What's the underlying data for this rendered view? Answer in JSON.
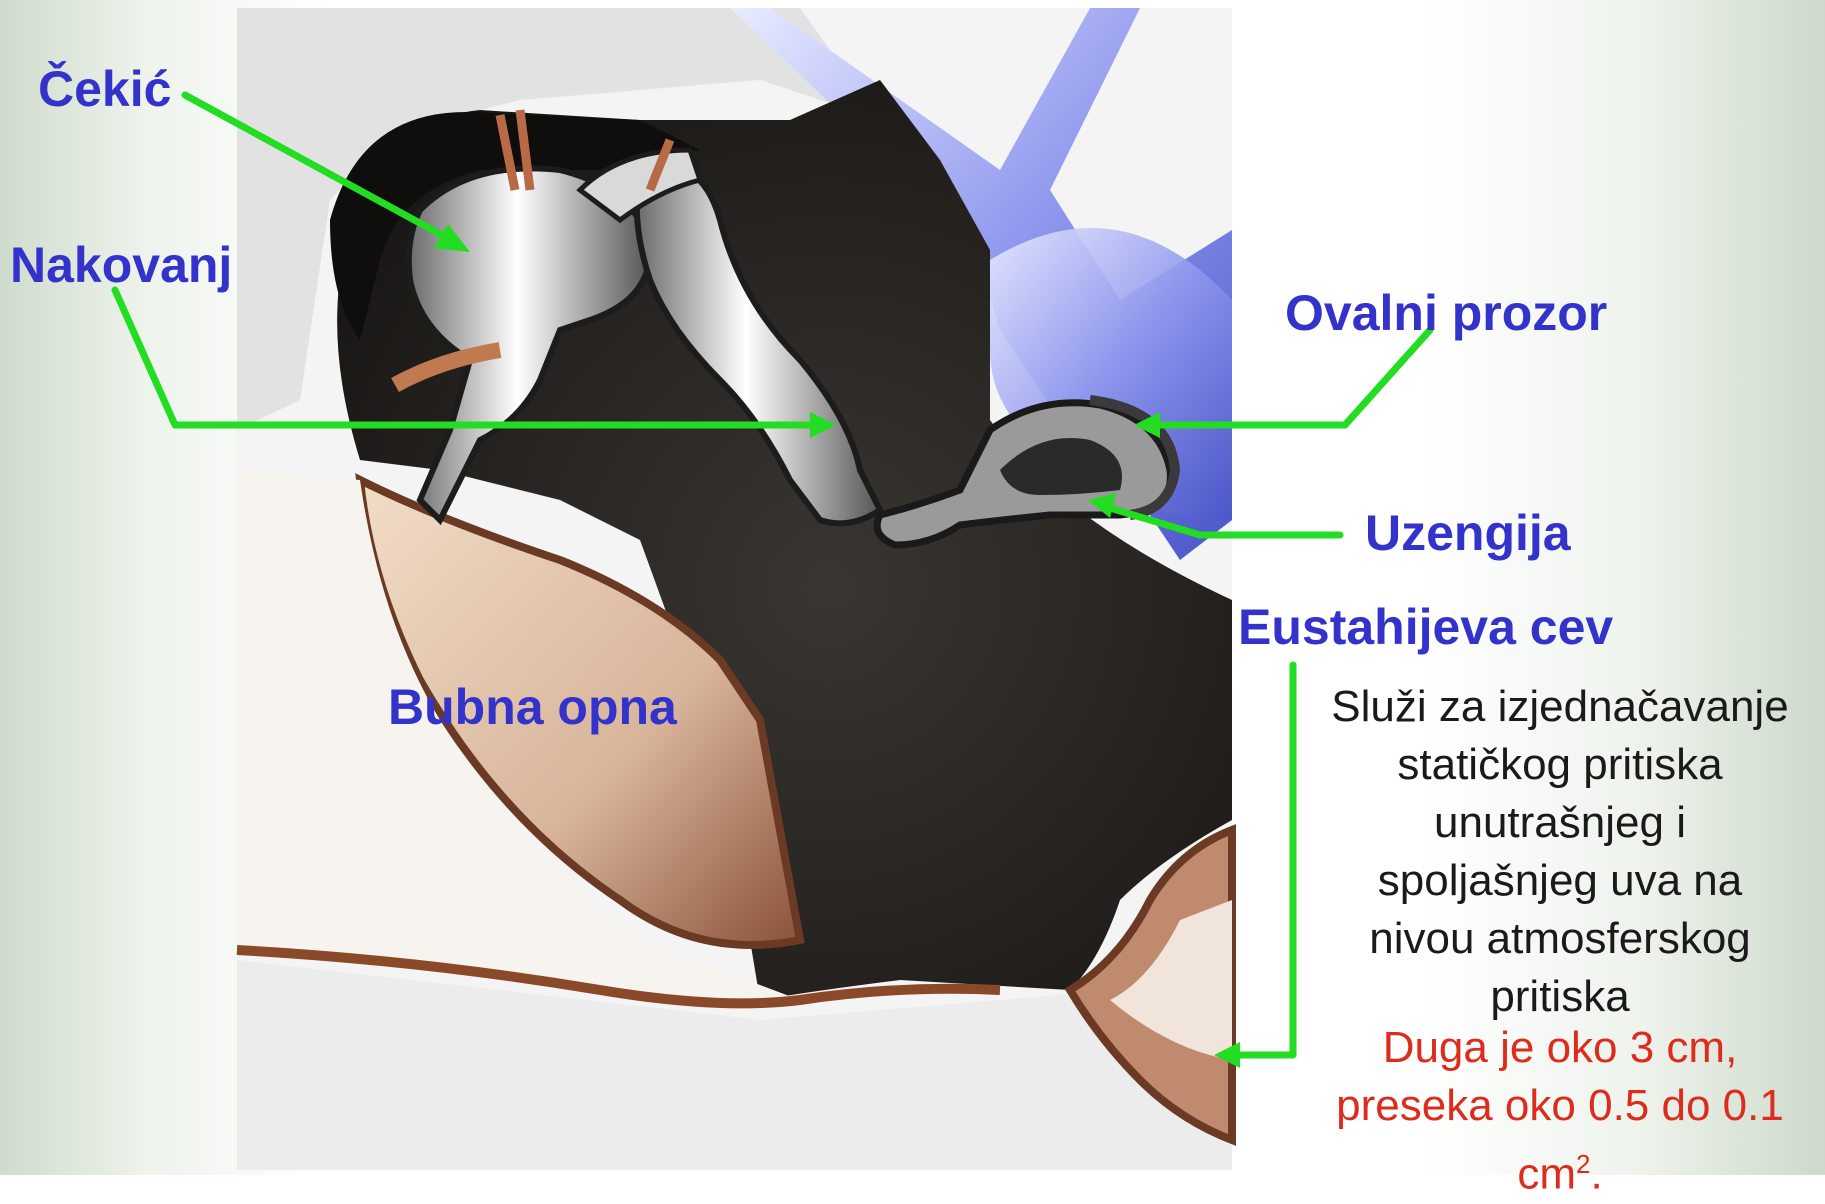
{
  "labels": {
    "malleus": "Čekić",
    "incus": "Nakovanj",
    "oval_window": "Ovalni prozor",
    "stapes": "Uzengija",
    "eustachian_tube": "Eustahijeva cev",
    "eardrum": "Bubna opna"
  },
  "description": {
    "line1": "Služi za izjednačavanje",
    "line2": "statičkog pritiska",
    "line3": "unutrašnjeg i",
    "line4": "spoljašnjeg uva na",
    "line5": "nivou atmosferskog",
    "line6": "pritiska"
  },
  "note": {
    "line1": "Duga je oko 3 cm,",
    "line2": "preseka oko 0.5 do 0.1",
    "line3_main": "cm",
    "line3_sup": "2",
    "line3_end": "."
  },
  "colors": {
    "label": "#3333cc",
    "pointer": "#22dd22",
    "note": "#dd2b1c",
    "description": "#1a1a1a"
  }
}
